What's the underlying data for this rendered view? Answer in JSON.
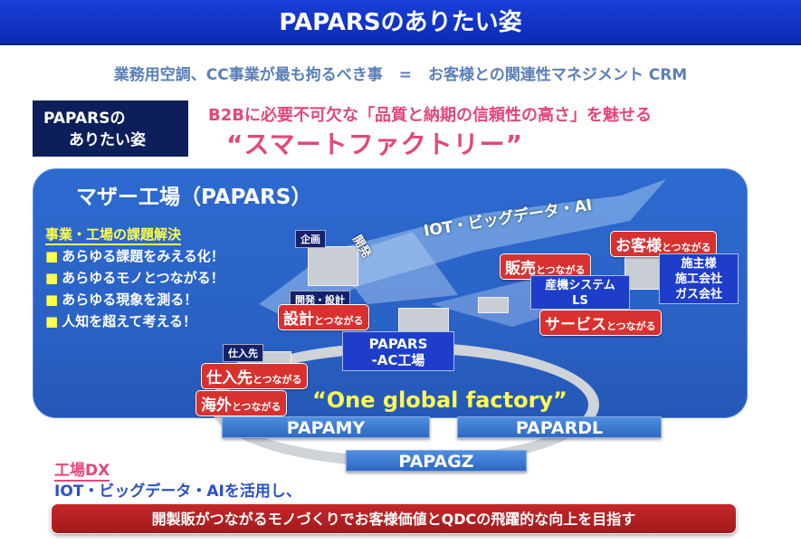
{
  "title": "PAPARSのありたい姿",
  "subtitle": {
    "left": "業務用空調、CC事業が最も拘るべき事",
    "eq": "=",
    "right": "お客様との関連性マネジメント CRM"
  },
  "navy_box": {
    "line1": "PAPARSの",
    "line2": "ありたい姿"
  },
  "pink_line": "B2Bに必要不可欠な「品質と納期の信頼性の高さ」を魅せる",
  "smart_factory": "“スマートファクトリー”",
  "mother_factory": "マザー工場（PAPARS）",
  "issues": {
    "heading": "事業・工場の課題解決",
    "bullet": "■",
    "items": [
      "あらゆる課題をみえる化！",
      "あらゆるモノとつながる！",
      "あらゆる現象を測る！",
      "人知を超えて考える！"
    ]
  },
  "iot_label": "IOT・ビッグデータ・AI",
  "flow_labels": {
    "planning": "企画",
    "dev_design": "開発・設計",
    "supplier": "仕入先",
    "development": "開発"
  },
  "red_tags": {
    "customer": {
      "big": "お客様",
      "small": "とつながる"
    },
    "sales": {
      "big": "販売",
      "small": "とつながる"
    },
    "design": {
      "big": "設計",
      "small": "とつながる"
    },
    "service": {
      "big": "サービス",
      "small": "とつながる"
    },
    "supply": {
      "big": "仕入先",
      "small": "とつながる"
    },
    "overseas": {
      "big": "海外",
      "small": "とつながる"
    }
  },
  "boxes": {
    "ac_factory": {
      "line1": "PAPARS",
      "line2": "-AC工場"
    },
    "system": {
      "line1": "産機システム",
      "line2": "LS"
    },
    "clients": {
      "line1": "施主様",
      "line2": "施工会社",
      "line3": "ガス会社"
    }
  },
  "one_global": "“One global factory”",
  "plants": [
    "PAPAMY",
    "PAPARDL",
    "PAPAGZ"
  ],
  "dx": {
    "heading": "工場DX",
    "line": "IOT・ビッグデータ・AIを活用し、"
  },
  "banner": "開製販がつながるモノづくりでお客様価値とQDCの飛躍的な向上を目指す",
  "colors": {
    "title_bar": "#0b2bb5",
    "panel": "#2a62c6",
    "accent_pink": "#e4467c",
    "tag_red": "#d8312f",
    "yellow": "#ffff4c"
  }
}
